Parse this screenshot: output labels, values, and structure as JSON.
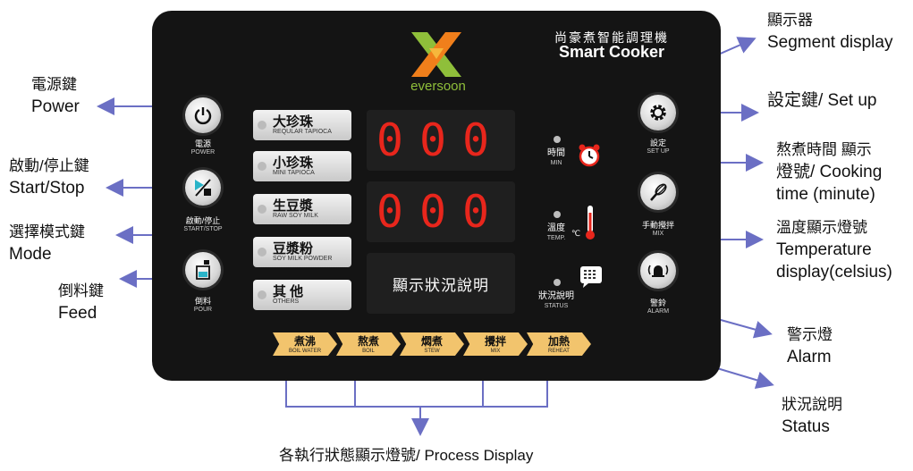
{
  "panel": {
    "brand": "eversoon",
    "title_zh": "尚豪煮智能調理機",
    "title_en": "Smart Cooker",
    "left_buttons": [
      {
        "zh": "電源",
        "en": "POWER",
        "icon": "power-icon"
      },
      {
        "zh": "啟動/停止",
        "en": "START/STOP",
        "icon": "play-stop-icon"
      },
      {
        "zh": "倒料",
        "en": "POUR",
        "icon": "pour-icon"
      }
    ],
    "modes": [
      {
        "zh": "大珍珠",
        "en": "REQULAR TAPIOCA"
      },
      {
        "zh": "小珍珠",
        "en": "MINI TAPIOCA"
      },
      {
        "zh": "生豆漿",
        "en": "RAW SOY MILK"
      },
      {
        "zh": "豆漿粉",
        "en": "SOY MILK POWDER"
      },
      {
        "zh": "其 他",
        "en": "OTHERS"
      }
    ],
    "display_top": "000",
    "display_bottom": "000",
    "status_text": "顯示狀況說明",
    "indicators": [
      {
        "zh": "時間",
        "en": "MIN",
        "icon": "alarm-clock-icon"
      },
      {
        "zh": "溫度",
        "en": "TEMP.",
        "icon": "thermometer-icon",
        "unit": "℃"
      },
      {
        "zh": "狀況說明",
        "en": "STATUS",
        "icon": "keypad-icon"
      }
    ],
    "right_buttons": [
      {
        "zh": "設定",
        "en": "SET UP",
        "icon": "gear-icon"
      },
      {
        "zh": "手動攪拌",
        "en": "MIX",
        "icon": "whisk-icon"
      },
      {
        "zh": "警鈴",
        "en": "ALARM",
        "icon": "bell-icon"
      }
    ],
    "process": [
      {
        "zh": "煮沸",
        "en": "BOIL WATER"
      },
      {
        "zh": "熬煮",
        "en": "BOIL"
      },
      {
        "zh": "燜煮",
        "en": "STEW"
      },
      {
        "zh": "攪拌",
        "en": "MIX"
      },
      {
        "zh": "加熱",
        "en": "REHEAT"
      }
    ]
  },
  "annotations": {
    "power": {
      "zh": "電源鍵",
      "en": "Power"
    },
    "start_stop": {
      "zh": "啟動/停止鍵",
      "en": "Start/Stop"
    },
    "mode": {
      "zh": "選擇模式鍵",
      "en": "Mode"
    },
    "feed": {
      "zh": "倒料鍵",
      "en": "Feed"
    },
    "segment": {
      "zh": "顯示器",
      "en": "Segment display"
    },
    "setup": "設定鍵/ Set up",
    "cooking_time": {
      "line1": "熬煮時間 顯示",
      "line2": "燈號/ Cooking",
      "line3": "time (minute)"
    },
    "temperature": {
      "line1": "溫度顯示燈號",
      "line2": "Temperature",
      "line3": "display(celsius)"
    },
    "alarm": {
      "zh": "警示燈",
      "en": "Alarm"
    },
    "status": {
      "zh": "狀況說明",
      "en": "Status"
    },
    "process": "各執行狀態顯示燈號/ Process Display"
  },
  "colors": {
    "panel": "#141414",
    "segment_red": "#e8261c",
    "process_arrow": "#f2c46d",
    "callout_line": "#6b6fc4",
    "brand_green": "#8fbf3a"
  }
}
